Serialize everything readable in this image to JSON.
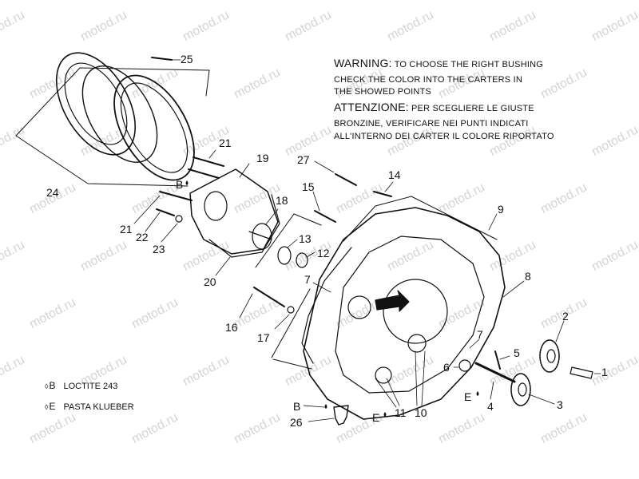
{
  "watermark": "motod.ru",
  "warning": {
    "en_head": "WARNING:",
    "en_rest": "TO CHOOSE THE RIGHT BUSHING",
    "en_line2": "CHECK THE COLOR INTO THE CARTERS IN",
    "en_line3": "THE SHOWED POINTS",
    "it_head": "ATTENZIONE:",
    "it_rest": "PER SCEGLIERE LE GIUSTE",
    "it_line2": "BRONZINE, VERIFICARE NEI PUNTI INDICATI",
    "it_line3": "ALL'INTERNO DEI CARTER IL COLORE RIPORTATO"
  },
  "legend": [
    {
      "letter": "B",
      "text": "LOCTITE 243"
    },
    {
      "letter": "E",
      "text": "PASTA KLUEBER"
    }
  ],
  "callouts": {
    "c1": "1",
    "c2": "2",
    "c3": "3",
    "c4": "4",
    "c5": "5",
    "c6": "6",
    "c7a": "7",
    "c7b": "7",
    "c8": "8",
    "c9": "9",
    "c10": "10",
    "c11": "11",
    "c12": "12",
    "c13": "13",
    "c14": "14",
    "c15": "15",
    "c16": "16",
    "c17": "17",
    "c18": "18",
    "c19": "19",
    "c20": "20",
    "c21a": "21",
    "c21b": "21",
    "c22": "22",
    "c23": "23",
    "c24": "24",
    "c25": "25",
    "c26": "26",
    "c27": "27",
    "b1": "B",
    "b2": "B",
    "e1": "E",
    "e2": "E"
  }
}
